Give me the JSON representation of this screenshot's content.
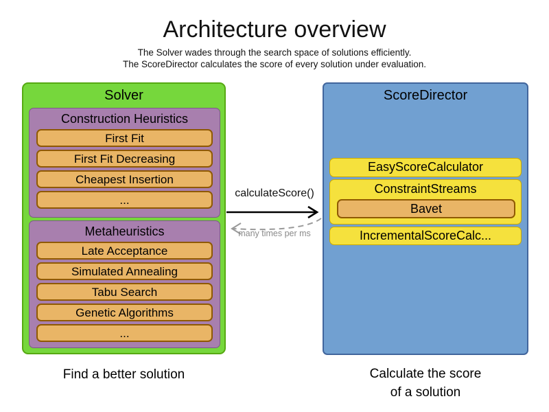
{
  "header": {
    "title": "Architecture overview",
    "subtitle_line1": "The Solver wades through the search space of solutions efficiently.",
    "subtitle_line2": "The ScoreDirector calculates the score of every solution under evaluation."
  },
  "solver": {
    "title": "Solver",
    "caption": "Find a better solution",
    "groups": [
      {
        "title": "Construction Heuristics",
        "items": [
          "First Fit",
          "First Fit Decreasing",
          "Cheapest Insertion",
          "..."
        ]
      },
      {
        "title": "Metaheuristics",
        "items": [
          "Late Acceptance",
          "Simulated Annealing",
          "Tabu Search",
          "Genetic Algorithms",
          "..."
        ]
      }
    ]
  },
  "score_director": {
    "title": "ScoreDirector",
    "caption_line1": "Calculate the score",
    "caption_line2": "of a solution",
    "calculators": [
      "EasyScoreCalculator",
      "ConstraintStreams",
      "IncrementalScoreCalc..."
    ],
    "constraint_streams_impl": "Bavet"
  },
  "connection": {
    "call_label": "calculateScore()",
    "frequency_label": "many times per ms"
  },
  "colors": {
    "solver_green": "#76d73c",
    "solver_green_border": "#56a912",
    "phase_purple": "#a87fae",
    "phase_purple_border": "#7b5a85",
    "item_orange": "#e9b566",
    "item_orange_border": "#8f5902",
    "calculator_yellow": "#f5e13d",
    "calculator_yellow_border": "#c9a902",
    "score_director_blue": "#71a0d1",
    "score_director_blue_border": "#41659c",
    "arrow_gray": "#8a8a8a"
  }
}
